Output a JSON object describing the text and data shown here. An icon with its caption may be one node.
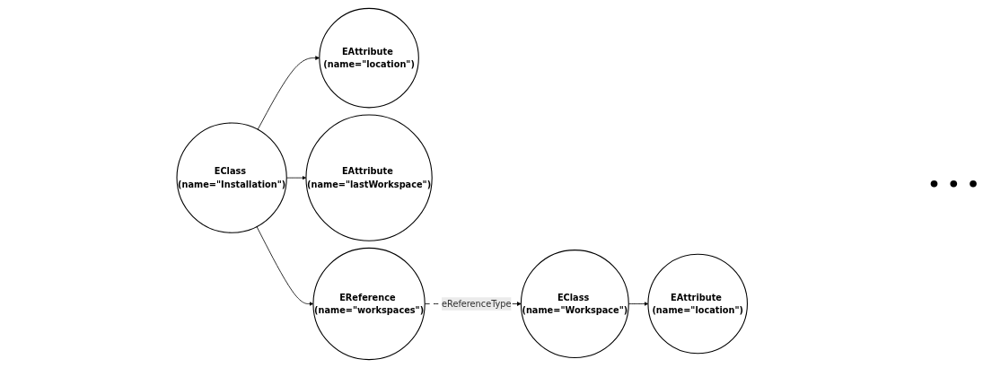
{
  "diagram": {
    "nodes": [
      {
        "text": [
          "EClass (name=\"Installation\")"
        ]
      },
      {
        "text": [
          "EAttribute (name=\"location\")"
        ]
      },
      {
        "text": [
          "EAttribute (name=\"lastWorkspace\")"
        ]
      },
      {
        "text": [
          "EReference (name=\"workspaces\")"
        ]
      },
      {
        "text": [
          "EClass (name=\"Workspace\")"
        ]
      },
      {
        "text": [
          "EAttribute (name=\"location\")"
        ]
      }
    ],
    "edges": [
      {
        "from": 0,
        "to": 1,
        "arrow": "to"
      },
      {
        "from": 0,
        "to": 2,
        "arrow": "to"
      },
      {
        "from": 0,
        "to": 3,
        "arrow": "to"
      },
      {
        "from": 3,
        "to": 4,
        "arrow": "to",
        "label": "eReferenceType",
        "style": "dashed"
      },
      {
        "from": 4,
        "to": 5,
        "arrow": "to"
      }
    ],
    "labels": [
      "• • •"
    ]
  }
}
